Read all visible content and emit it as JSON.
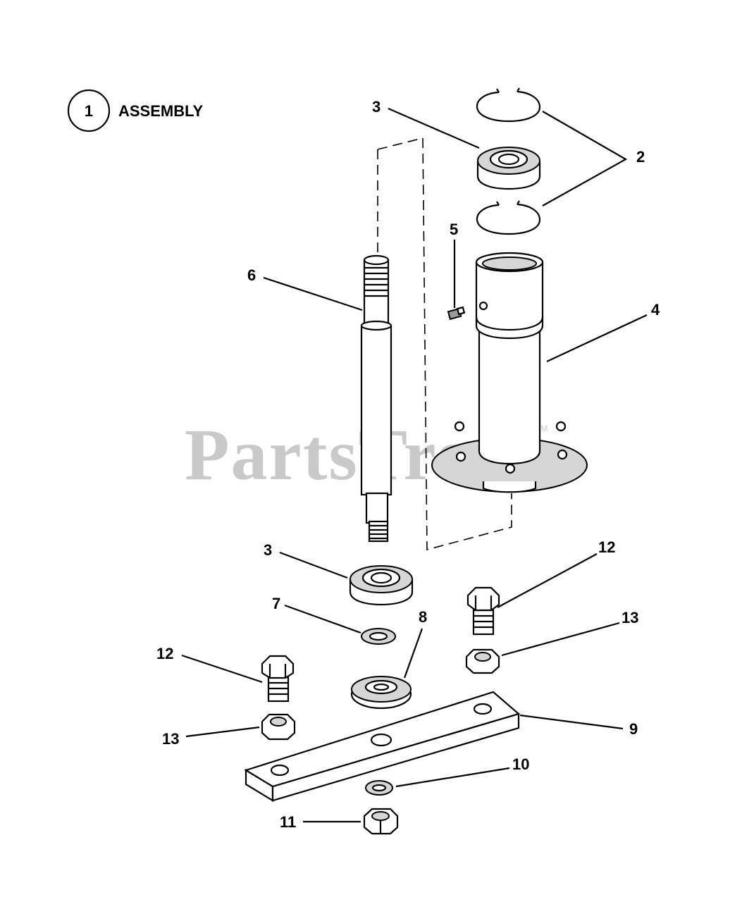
{
  "header": {
    "index_number": "1",
    "title": "ASSEMBLY"
  },
  "watermark": {
    "brand": "PartsTree",
    "trademark": "TM"
  },
  "callouts": [
    {
      "id": "2",
      "label": "2"
    },
    {
      "id": "3a",
      "label": "3"
    },
    {
      "id": "5",
      "label": "5"
    },
    {
      "id": "6",
      "label": "6"
    },
    {
      "id": "4",
      "label": "4"
    },
    {
      "id": "3b",
      "label": "3"
    },
    {
      "id": "12a",
      "label": "12"
    },
    {
      "id": "7",
      "label": "7"
    },
    {
      "id": "8",
      "label": "8"
    },
    {
      "id": "13a",
      "label": "13"
    },
    {
      "id": "12b",
      "label": "12"
    },
    {
      "id": "9",
      "label": "9"
    },
    {
      "id": "13b",
      "label": "13"
    },
    {
      "id": "10",
      "label": "10"
    },
    {
      "id": "11",
      "label": "11"
    }
  ]
}
